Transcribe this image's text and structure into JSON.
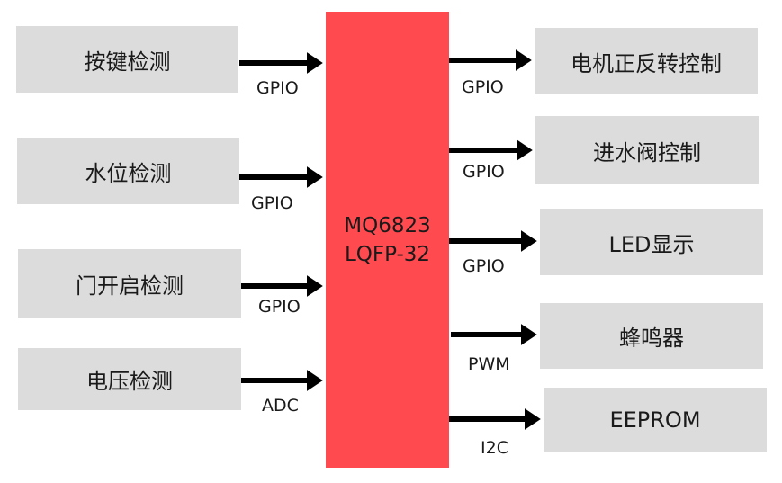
{
  "mcu": {
    "line1": "MQ6823",
    "line2": "LQFP-32"
  },
  "inputs": [
    {
      "label": "按键检测",
      "bus": "GPIO"
    },
    {
      "label": "水位检测",
      "bus": "GPIO"
    },
    {
      "label": "门开启检测",
      "bus": "GPIO"
    },
    {
      "label": "电压检测",
      "bus": "ADC"
    }
  ],
  "outputs": [
    {
      "label": "电机正反转控制",
      "bus": "GPIO"
    },
    {
      "label": "进水阀控制",
      "bus": "GPIO"
    },
    {
      "label": "LED显示",
      "bus": "GPIO"
    },
    {
      "label": "蜂鸣器",
      "bus": "PWM"
    },
    {
      "label": "EEPROM",
      "bus": "I2C"
    }
  ],
  "colors": {
    "mcu": "#ff4a4f",
    "block": "#dcdcdc",
    "arrow": "#000000"
  }
}
